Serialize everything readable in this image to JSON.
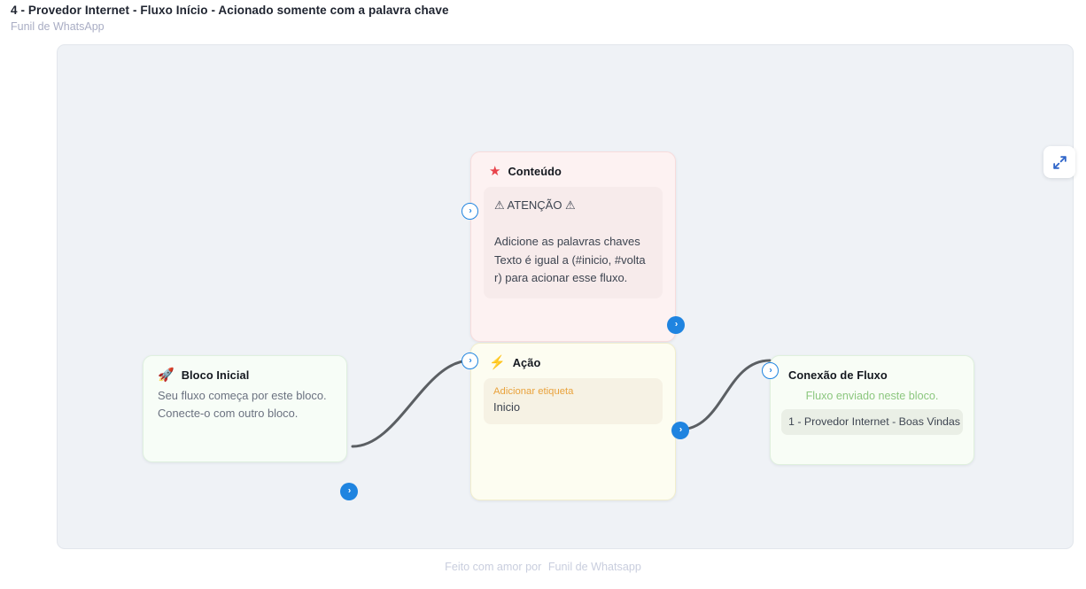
{
  "header": {
    "title": "4 - Provedor Internet - Fluxo Início - Acionado somente com a palavra chave",
    "subtitle": "Funil de WhatsApp"
  },
  "toolbar": {
    "fullscreen_icon": "expand-icon"
  },
  "canvas": {
    "background_color": "#eff2f6",
    "nodes": [
      {
        "id": "start",
        "title": "Bloco Inicial",
        "icon": "rocket-icon",
        "icon_glyph": "🚀",
        "accent_color": "#dff0df",
        "lines": [
          "Seu fluxo começa por este bloco.",
          "Conecte-o com outro bloco."
        ]
      },
      {
        "id": "content",
        "title": "Conteúdo",
        "icon": "star-icon",
        "icon_glyph": "★",
        "accent_color": "#f8dcdc",
        "body": "⚠ ATENÇÃO ⚠\n\nAdicione as palavras chaves\nTexto é igual a (#inicio, #voltar) para acionar esse fluxo."
      },
      {
        "id": "action",
        "title": "Ação",
        "icon": "lightning-bolt-icon",
        "icon_glyph": "⚡",
        "accent_color": "#f2eecd",
        "chip_label": "Adicionar etiqueta",
        "chip_value": "Inicio"
      },
      {
        "id": "flow",
        "title": "Conexão de Fluxo",
        "icon": "none",
        "accent_color": "#dff0dd",
        "sent_label": "Fluxo enviado neste bloco.",
        "flow_name": "1 - Provedor Internet - Boas Vindas"
      }
    ],
    "handle_glyph": "›",
    "handle_colors": {
      "source": "#1f84e0",
      "target": "#1f84e0"
    },
    "edges": [
      {
        "from": "start",
        "to": "action"
      },
      {
        "from": "action",
        "to": "flow"
      }
    ]
  },
  "footer": {
    "made_by": "Feito com amor por",
    "brand": "Funil de Whatsapp"
  }
}
